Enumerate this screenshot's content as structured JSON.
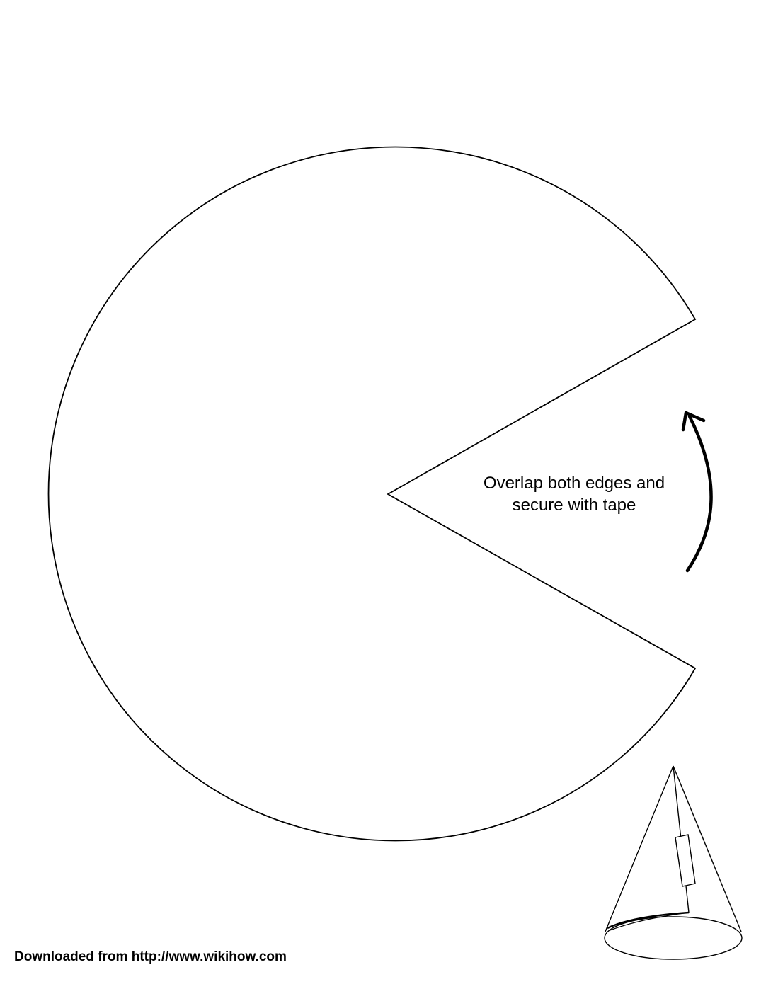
{
  "instruction": {
    "line1": "Overlap both edges and",
    "line2": "secure with tape"
  },
  "footer": {
    "text": "Downloaded from http://www.wikihow.com"
  },
  "colors": {
    "stroke": "#000000",
    "background": "#ffffff"
  },
  "icons": {
    "arrow": "curved-arrow-up-icon",
    "cone": "finished-cone-hat-icon"
  }
}
